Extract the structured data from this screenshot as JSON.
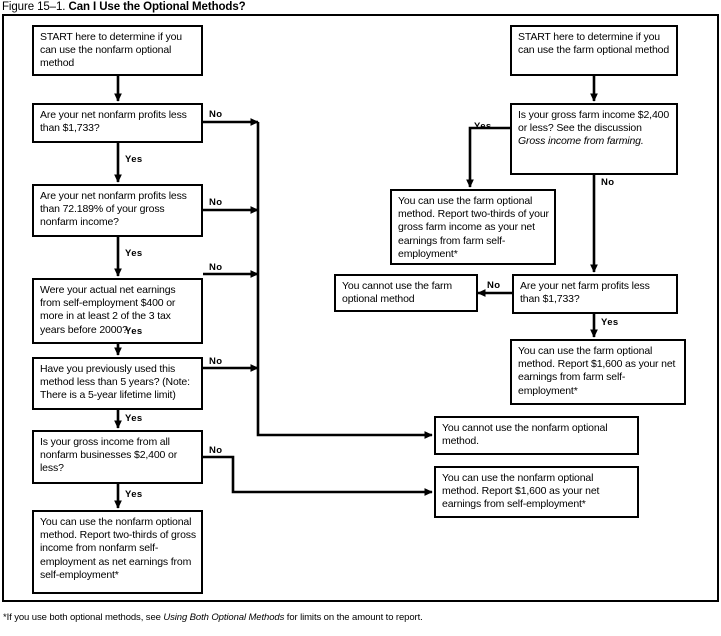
{
  "figure": {
    "number": "Figure 15–1.",
    "title": "Can I Use the Optional Methods?"
  },
  "footnote": {
    "prefix": "*If you use both optional methods, see ",
    "italic": "Using Both Optional Methods",
    "suffix": " for limits on the amount to report."
  },
  "labels": {
    "yes": "Yes",
    "no": "No"
  },
  "nodes": {
    "nonfarm_start": "START here to determine if you can use the nonfarm optional method",
    "nonfarm_q1": "Are your net nonfarm profits less than $1,733?",
    "nonfarm_q2_a": "Are your net nonfarm profits less than 72.189% of your gross nonfarm income?",
    "nonfarm_q3": "Were your actual net earnings from self-employment $400 or more in at least 2 of the 3 tax years before 2000?",
    "nonfarm_q4": "Have you previously used this method less than 5 years? (Note: There is a 5-year lifetime limit)",
    "nonfarm_q5": "Is your gross income from all nonfarm businesses $2,400 or less?",
    "nonfarm_result_yes": "You can use the nonfarm optional method. Report two-thirds of gross income from nonfarm self-employment as net earnings from self-employment*",
    "nonfarm_cannot": "You cannot use the nonfarm optional method.",
    "nonfarm_1600": "You can use the nonfarm optional method. Report $1,600 as your net earnings from self-employment*",
    "farm_start": "START here to determine if you can use the farm optional method",
    "farm_q1_pre": "Is your gross farm income $2,400 or less? See the discussion ",
    "farm_q1_italic": "Gross income from farming.",
    "farm_result_twothirds": "You can use the farm optional method. Report two-thirds of your gross farm income as your net earnings from farm self-employment*",
    "farm_cannot": "You cannot use the farm optional method",
    "farm_q2": "Are your net farm profits less than $1,733?",
    "farm_1600": "You can use the farm optional method. Report $1,600 as your net earnings from farm self-employment*"
  },
  "colors": {
    "ink": "#000000",
    "paper": "#ffffff"
  }
}
